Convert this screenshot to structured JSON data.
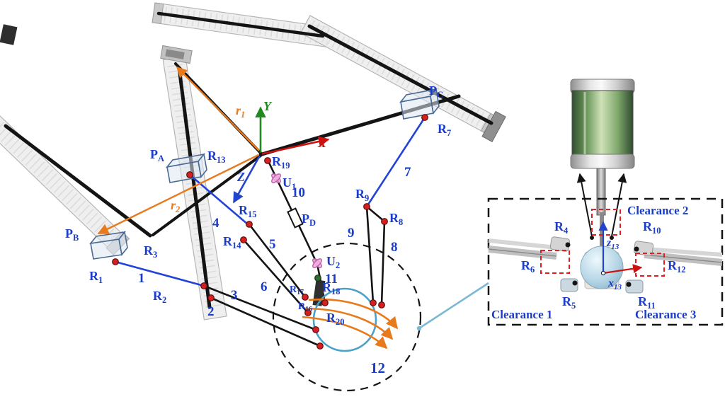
{
  "colors": {
    "label_blue": "#1a3cc8",
    "link_blue": "#2343d7",
    "axis_x_red": "#cc1111",
    "axis_y_green": "#1e8a1e",
    "axis_z_blue": "#2244cc",
    "vector_orange": "#e87a1e",
    "joint_red": "#d42020",
    "clearance_red": "#e02020",
    "callout_cyan": "#7ab8d4",
    "cylinder_green": "#6f9a5f"
  },
  "labels": {
    "PA": {
      "b": "P",
      "s": "A"
    },
    "PB": {
      "b": "P",
      "s": "B"
    },
    "PC": {
      "b": "P",
      "s": "C"
    },
    "PD": {
      "b": "P",
      "s": "D"
    },
    "U1": {
      "b": "U",
      "s": "1"
    },
    "U2": {
      "b": "U",
      "s": "2"
    },
    "R1": {
      "b": "R",
      "s": "1"
    },
    "R2": {
      "b": "R",
      "s": "2"
    },
    "R3": {
      "b": "R",
      "s": "3"
    },
    "R4": {
      "b": "R",
      "s": "4"
    },
    "R5": {
      "b": "R",
      "s": "5"
    },
    "R6": {
      "b": "R",
      "s": "6"
    },
    "R7": {
      "b": "R",
      "s": "7"
    },
    "R8": {
      "b": "R",
      "s": "8"
    },
    "R9": {
      "b": "R",
      "s": "9"
    },
    "R10": {
      "b": "R",
      "s": "10"
    },
    "R11": {
      "b": "R",
      "s": "11"
    },
    "R12": {
      "b": "R",
      "s": "12"
    },
    "R13": {
      "b": "R",
      "s": "13"
    },
    "R14": {
      "b": "R",
      "s": "14"
    },
    "R15": {
      "b": "R",
      "s": "15"
    },
    "R16": {
      "b": "R",
      "s": "16"
    },
    "R17": {
      "b": "R",
      "s": "17"
    },
    "R18": {
      "b": "R",
      "s": "18"
    },
    "R19": {
      "b": "R",
      "s": "19"
    },
    "R20": {
      "b": "R",
      "s": "20"
    },
    "r1": {
      "b": "r",
      "s": "1"
    },
    "r2": {
      "b": "r",
      "s": "2"
    },
    "z13": {
      "b": "z",
      "s": "13"
    },
    "x13": {
      "b": "x",
      "s": "13"
    },
    "X": "X",
    "Y": "Y",
    "Z": "Z"
  },
  "links": {
    "1": "1",
    "2": "2",
    "3": "3",
    "4": "4",
    "5": "5",
    "6": "6",
    "7": "7",
    "8": "8",
    "9": "9",
    "10": "10",
    "11": "11",
    "12": "12"
  },
  "clearances": {
    "c1": "Clearance 1",
    "c2": "Clearance 2",
    "c3": "Clearance 3"
  }
}
